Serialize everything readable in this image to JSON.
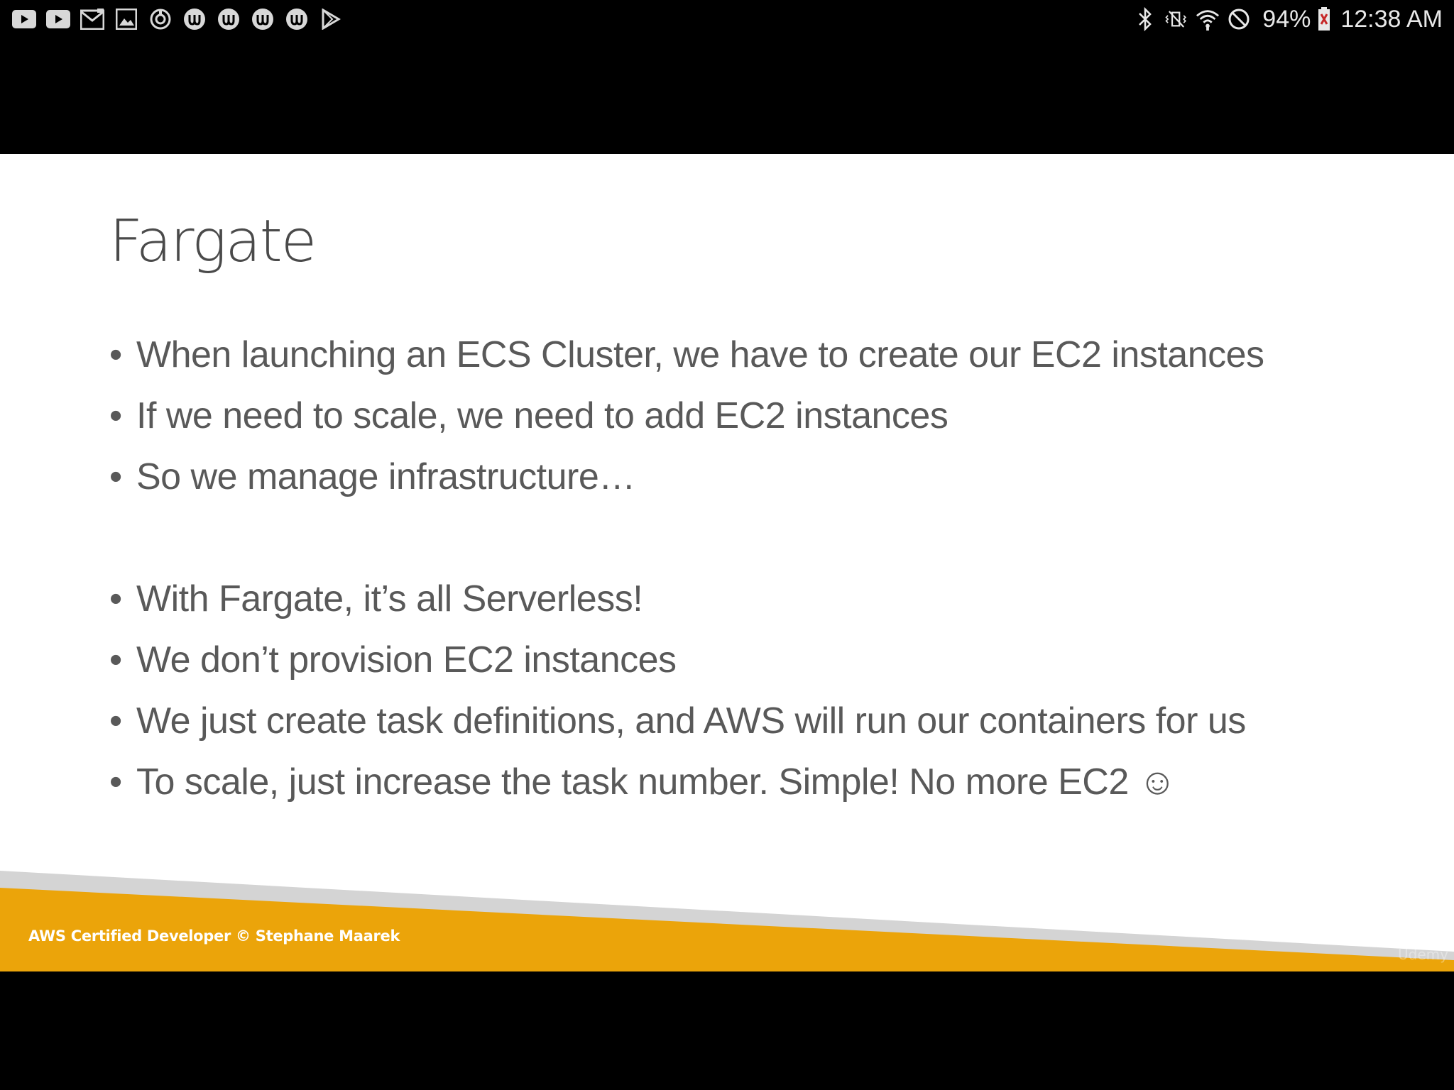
{
  "status_bar": {
    "notification_icons": [
      "youtube-icon",
      "youtube-icon",
      "gmail-icon",
      "gallery-icon",
      "sync-icon",
      "udemy-icon",
      "udemy-icon",
      "udemy-icon",
      "udemy-icon",
      "play-store-icon"
    ],
    "battery_percent": "94%",
    "time": "12:38 AM"
  },
  "slide": {
    "title": "Fargate",
    "bullet_groups": [
      [
        "When launching an ECS Cluster, we have to create our EC2 instances",
        "If we need to scale, we need to add EC2 instances",
        "So we manage infrastructure…"
      ],
      [
        "With Fargate, it’s all Serverless!",
        "We don’t provision EC2 instances",
        "We just create task definitions, and AWS will run our containers for us",
        "To scale, just increase the task number. Simple! No more EC2 ☺"
      ]
    ],
    "footer": "AWS Certified Developer © Stephane Maarek",
    "watermark": "Udemy"
  },
  "colors": {
    "footer_orange": "#eba40a",
    "footer_grey": "#d4d4d4",
    "text_grey": "#595959"
  }
}
